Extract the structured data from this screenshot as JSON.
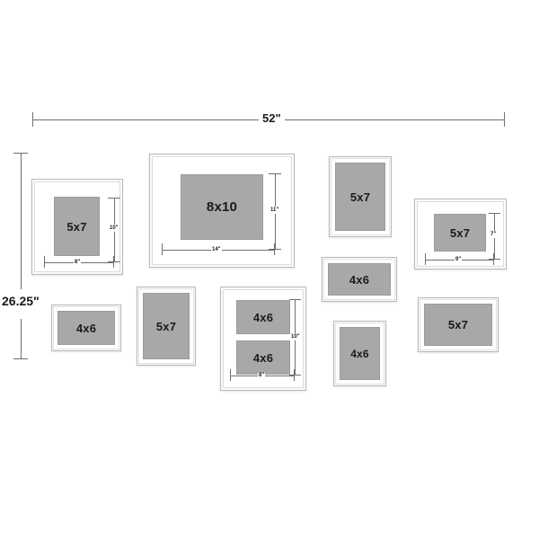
{
  "overall": {
    "width_label": "52\"",
    "height_label": "26.25\""
  },
  "frames": [
    {
      "id": "frame-5x7-portrait-matted-left",
      "photo_label": "5x7",
      "dim_width": "8\"",
      "dim_height": "10\""
    },
    {
      "id": "frame-8x10-landscape-matted",
      "photo_label": "8x10",
      "dim_width": "14\"",
      "dim_height": "11\""
    },
    {
      "id": "frame-5x7-portrait-top",
      "photo_label": "5x7"
    },
    {
      "id": "frame-5x7-landscape-matted-right",
      "photo_label": "5x7",
      "dim_width": "9\"",
      "dim_height": "7\""
    },
    {
      "id": "frame-4x6-landscape-middle",
      "photo_label": "4x6"
    },
    {
      "id": "frame-4x6-landscape-bottom-left",
      "photo_label": "4x6"
    },
    {
      "id": "frame-5x7-portrait-bottom-left",
      "photo_label": "5x7"
    },
    {
      "id": "frame-double-4x6-collage",
      "photo_label_top": "4x6",
      "photo_label_bottom": "4x6",
      "dim_width": "8\"",
      "dim_height": "10\""
    },
    {
      "id": "frame-4x6-portrait-bottom",
      "photo_label": "4x6"
    },
    {
      "id": "frame-5x7-landscape-bottom-right",
      "photo_label": "5x7"
    }
  ],
  "colors": {
    "photo_fill": "#a8a8a8",
    "frame_edge": "#b9b9b9",
    "mat_white": "#ffffff",
    "dimension_line": "#6f6f6f",
    "text": "#1a1a1a",
    "background": "#ffffff"
  }
}
